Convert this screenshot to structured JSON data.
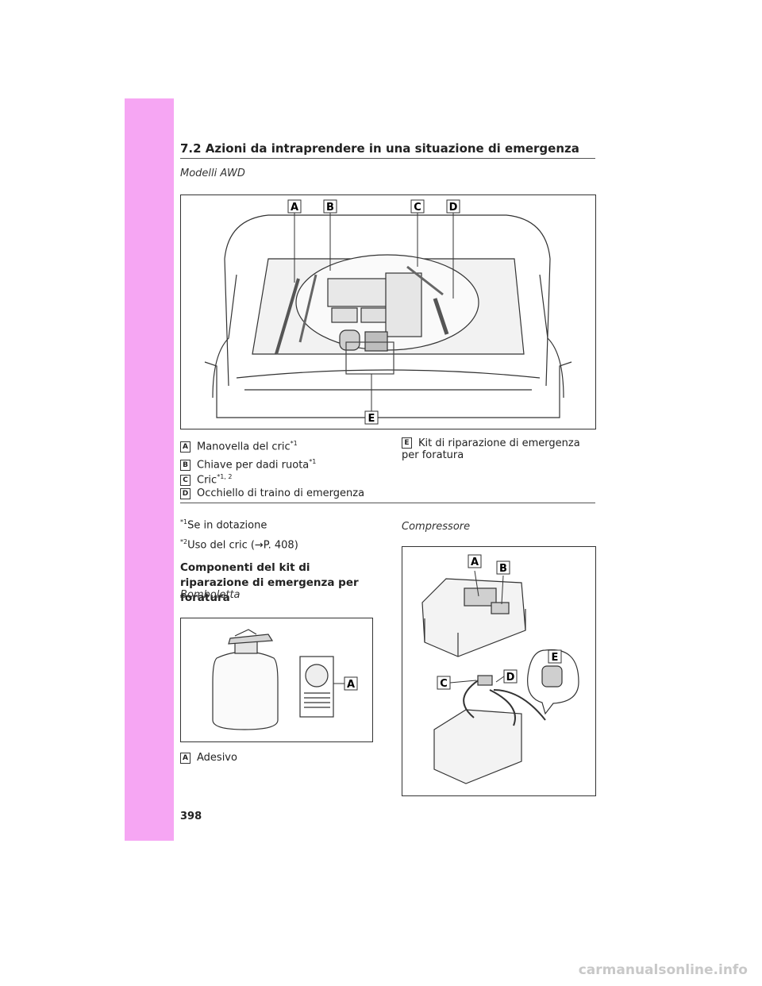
{
  "header": {
    "section_title": "7.2  Azioni da intraprendere in una situazione di emergenza"
  },
  "figure1": {
    "caption": "Modelli AWD",
    "callouts": [
      "A",
      "B",
      "C",
      "D",
      "E"
    ]
  },
  "legend": [
    {
      "letter": "A",
      "text": "Manovella del cric",
      "sup": "*1"
    },
    {
      "letter": "B",
      "text": "Chiave per dadi ruota",
      "sup": "*1"
    },
    {
      "letter": "C",
      "text": "Cric",
      "sup": "*1, 2"
    },
    {
      "letter": "D",
      "text": "Occhiello di traino di emergenza",
      "sup": ""
    },
    {
      "letter": "E",
      "text": " Kit di riparazione di emergenza per foratura",
      "sup": ""
    }
  ],
  "footnotes": [
    {
      "sup": "*1",
      "text": "Se in dotazione"
    },
    {
      "sup": "*2",
      "text": "Uso del cric (→P. 408)"
    }
  ],
  "kit": {
    "heading": "Componenti del kit di riparazione di emergenza per foratura",
    "bottle_caption": "Bomboletta",
    "bottle_callout": "A",
    "bottle_legend": {
      "letter": "A",
      "text": "Adesivo"
    },
    "compressor_caption": "Compressore",
    "compressor_callouts": [
      "A",
      "B",
      "C",
      "D",
      "E"
    ]
  },
  "page_number": "398",
  "watermark": "carmanualsonline.info",
  "colors": {
    "sidebar": "#f6a6f3"
  }
}
